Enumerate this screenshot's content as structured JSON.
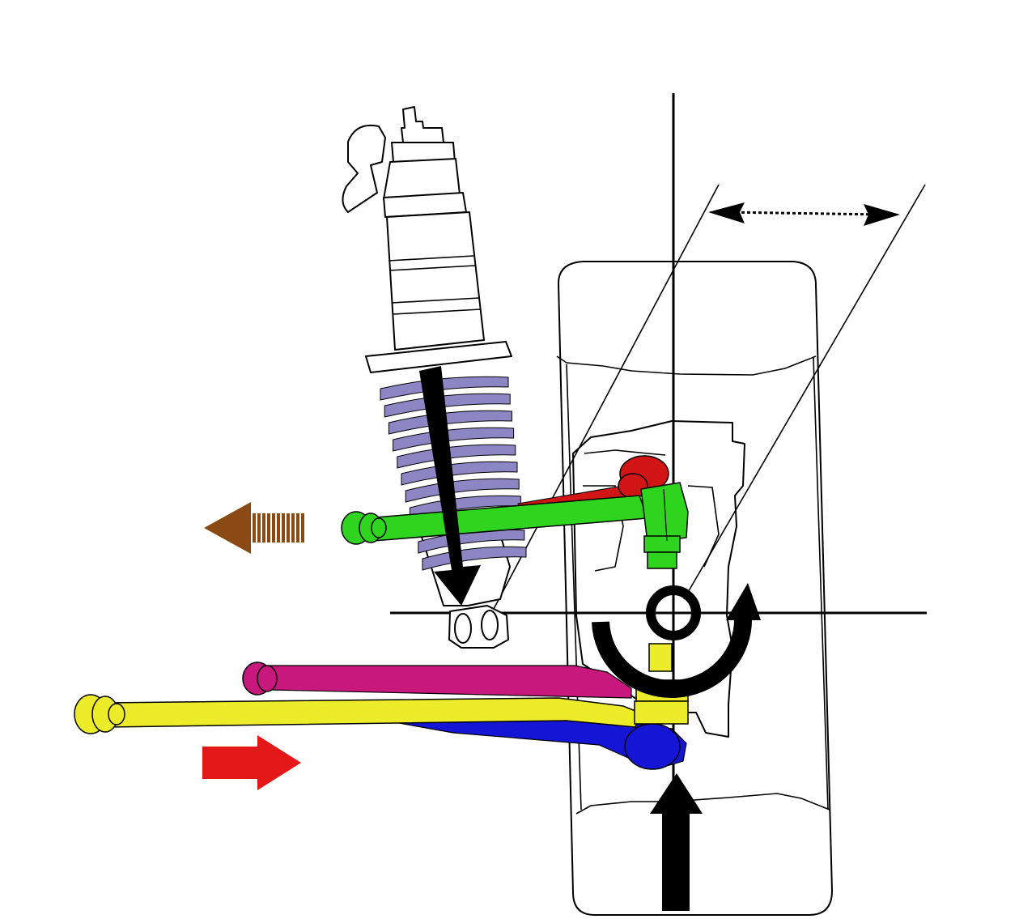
{
  "colors": {
    "background": "#ffffff",
    "line": "#000000",
    "coil_spring": "#8c86c4",
    "green_link": "#2fd41f",
    "red_ball_joint": "#d11414",
    "magenta_link": "#c8177d",
    "yellow_link": "#ecec2a",
    "blue_link": "#1515d6",
    "brown_arrow": "#8b4a14",
    "red_arrow": "#e41818",
    "black_arrow": "#000000"
  },
  "components": [
    "strut-shock-absorber",
    "coil-spring",
    "tire-outline",
    "wheel-hub",
    "upper-green-link",
    "red-ball-joint",
    "magenta-link",
    "yellow-link",
    "blue-link",
    "steering-axis-lines",
    "dimension-arrow",
    "brown-left-arrow",
    "red-right-arrow",
    "black-down-arrow",
    "black-up-arrow",
    "rotation-arc-arrow"
  ],
  "labels": []
}
